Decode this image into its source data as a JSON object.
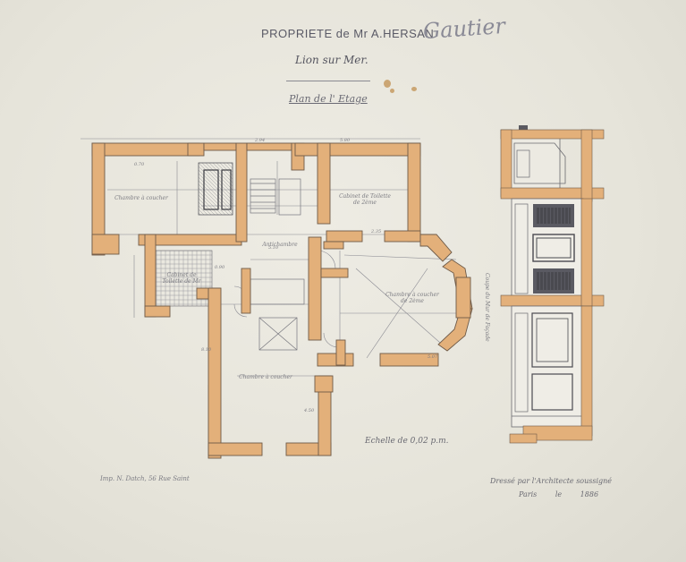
{
  "header": {
    "title": "PROPRIETE de Mr A.HERSAN",
    "handwritten_name": "Gautier",
    "location": "Lion sur Mer.",
    "plan_title": "Plan de l' Etage"
  },
  "rooms": {
    "bedroom_left": "Chambre à coucher",
    "antichambre": "Antichambre",
    "cabinet_top": "Cabinet de Toilette de 2ème",
    "cabinet_left": "Cabinet de Toilette de Mr",
    "bedroom_right": "Chambre à coucher de 2ème",
    "bedroom_bottom": "Chambre à coucher"
  },
  "side_elevation_label": "Coupe du Mur de Façade",
  "scale": "Echelle de 0,02 p.m.",
  "footer": {
    "printer": "Imp. N. Datch, 56 Rue Saint",
    "architect": "Dressé par l'Architecte soussigné",
    "place": "Paris le",
    "year": "1886"
  },
  "colors": {
    "wall_fill": "#e3b07a",
    "wall_stroke": "#6e5a48",
    "ink": "#66666e",
    "paper": "#e8e6dc"
  }
}
